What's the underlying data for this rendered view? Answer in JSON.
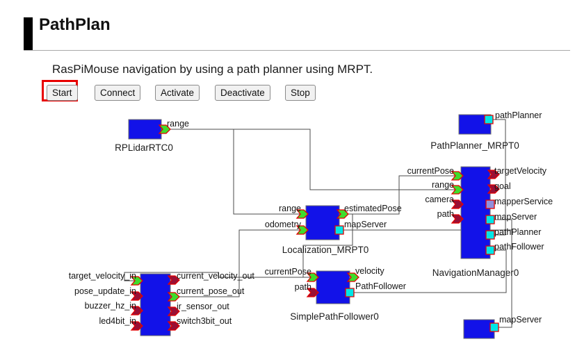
{
  "page": {
    "title": "PathPlan",
    "subtitle": "RasPiMouse navigation by using a path planner using MRPT."
  },
  "toolbar": {
    "buttons": [
      "Start",
      "Connect",
      "Activate",
      "Deactivate",
      "Stop"
    ],
    "highlighted_button": "Start"
  },
  "colors": {
    "component": "#1212e8",
    "wire": "#4b4b4b",
    "port_connected": "#3fdc2c",
    "port_unconnected": "#991035",
    "service_connected": "#00e6e6",
    "service_unconnected": "#9090dd",
    "port_outline": "#e60000",
    "highlight": "#e80000"
  },
  "diagram": {
    "rplidar": {
      "name": "RPLidarRTC0",
      "port_range": "range"
    },
    "path_planner": {
      "name": "PathPlanner_MRPT0",
      "port_pathplanner": "pathPlanner"
    },
    "localization": {
      "name": "Localization_MRPT0",
      "ports": {
        "range": "range",
        "odometry": "odometry",
        "estimated_pose": "estimatedPose",
        "map_server": "mapServer"
      }
    },
    "navigation": {
      "name": "NavigationManager0",
      "ports": {
        "current_pose": "currentPose",
        "range": "range",
        "camera": "camera",
        "path": "path",
        "target_velocity": "targetVelocity",
        "goal": "goal",
        "mapper_service": "mapperService",
        "map_server": "mapServer",
        "path_planner": "pathPlanner",
        "path_follower": "pathFollower"
      }
    },
    "follower": {
      "name": "SimplePathFollower0",
      "ports": {
        "current_pose": "currentPose",
        "path": "path",
        "velocity": "velocity",
        "path_follower": "PathFollower"
      }
    },
    "raspimouse": {
      "ports": {
        "target_velocity_in": "target_velocity_in",
        "pose_update_in": "pose_update_in",
        "buzzer_hz_in": "buzzer_hz_in",
        "led4bit_in": "led4bit_in",
        "current_velocity_out": "current_velocity_out",
        "current_pose_out": "current_pose_out",
        "ir_sensor_out": "ir_sensor_out",
        "switch3bit_out": "switch3bit_out"
      }
    },
    "map_server": {
      "port_label": "mapServer"
    },
    "connections": [
      {
        "from": "RPLidarRTC0.range",
        "to": "Localization_MRPT0.range"
      },
      {
        "from": "RPLidarRTC0.range",
        "to": "NavigationManager0.range"
      },
      {
        "from": "Localization_MRPT0.estimatedPose",
        "to": "NavigationManager0.currentPose"
      },
      {
        "from": "Localization_MRPT0.estimatedPose",
        "to": "SimplePathFollower0.currentPose"
      },
      {
        "from": "current_pose_out",
        "to": "Localization_MRPT0.odometry"
      },
      {
        "from": "SimplePathFollower0.velocity",
        "to": "target_velocity_in"
      },
      {
        "from": "Localization_MRPT0.mapServer",
        "to": "mapServer"
      },
      {
        "from": "NavigationManager0.mapServer",
        "to": "mapServer"
      },
      {
        "from": "PathPlanner_MRPT0.pathPlanner",
        "to": "NavigationManager0.pathPlanner"
      },
      {
        "from": "NavigationManager0.pathFollower",
        "to": "SimplePathFollower0.PathFollower"
      }
    ]
  }
}
